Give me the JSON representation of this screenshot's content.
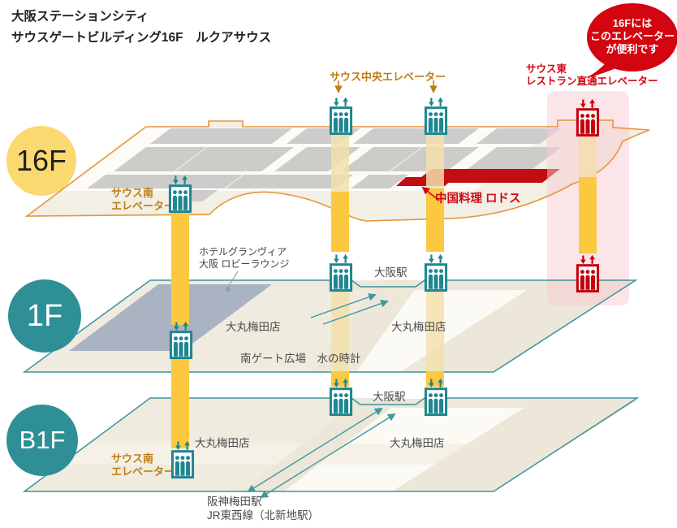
{
  "header": {
    "title_line1": "大阪ステーションシティ",
    "title_line2": "サウスゲートビルディング16F　ルクアサウス"
  },
  "bubble": {
    "line1": "16Fには",
    "line2": "このエレベーター",
    "line3": "が便利です"
  },
  "floors": {
    "f16": "16F",
    "f1": "1F",
    "b1": "B1F"
  },
  "elevators": {
    "central_label": "サウス中央エレベーター",
    "east_label_line1": "サウス東",
    "east_label_line2": "レストラン直通エレベーター",
    "south_label_line1": "サウス南",
    "south_label_line2": "エレベーター"
  },
  "places": {
    "restaurant": "中国料理 ロドス",
    "hotel_line1": "ホテルグランヴィア",
    "hotel_line2": "大阪 ロビーラウンジ",
    "osaka_station": "大阪駅",
    "daimaru": "大丸梅田店",
    "plaza_clock": "南ゲート広場　水の時計",
    "hanshin_line1": "阪神梅田駅",
    "hanshin_line2": "JR東西線（北新地駅）"
  },
  "colors": {
    "accent_teal": "#2f8f96",
    "accent_orange_outline": "#e8953b",
    "accent_red": "#d30510",
    "shaft_yellow": "#fbc840",
    "label_orange": "#bf7d17",
    "floor_badge_yellow": "#fbd971",
    "highlight_pink": "#fbe0e3"
  }
}
